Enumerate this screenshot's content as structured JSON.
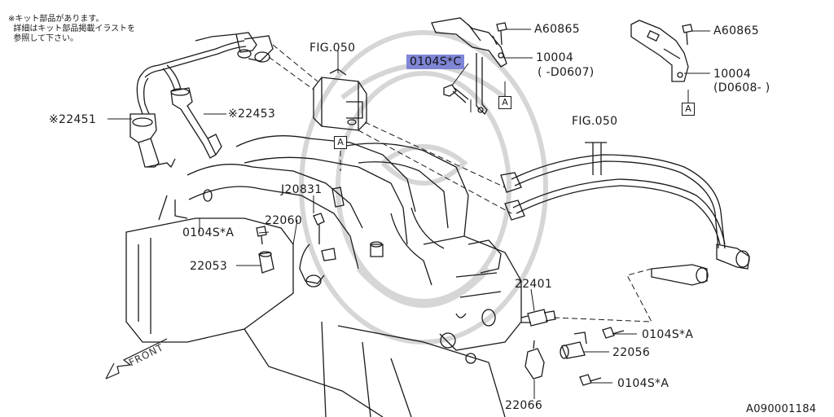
{
  "note": {
    "line1": "※キット部品があります。",
    "line2": "  詳細はキット部品掲載イラストを",
    "line3": "  参照して下さい。"
  },
  "labels": {
    "fig050_top": "FIG.050",
    "fig050_right": "FIG.050",
    "p22451": "※22451",
    "p22453": "※22453",
    "pA60865_1": "A60865",
    "pA60865_2": "A60865",
    "p10004_1": "10004",
    "p10004_1_range": "( -D0607)",
    "p10004_2": "10004",
    "p10004_2_range": "(D0608- )",
    "p0104SC": "0104S*C",
    "pJ20831": "J20831",
    "p22060": "22060",
    "p0104SA_left": "0104S*A",
    "p22053": "22053",
    "p22401": "22401",
    "p0104SA_r1": "0104S*A",
    "p22056": "22056",
    "p0104SA_r2": "0104S*A",
    "p22066": "22066",
    "diagram_id": "A090001184",
    "front": "FRONT"
  },
  "ref_boxes": [
    "A",
    "A",
    "A"
  ],
  "colors": {
    "highlight": "#7f86d6",
    "line": "#1a1a1a",
    "watermark": "#d4d4d4"
  }
}
